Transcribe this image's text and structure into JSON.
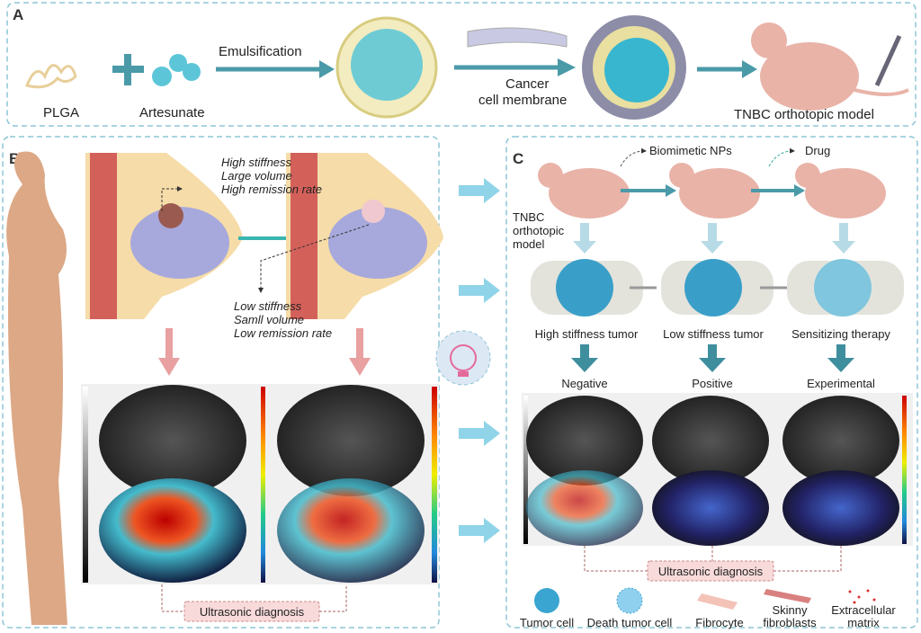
{
  "panel_a": {
    "label": "A",
    "plga": "PLGA",
    "artesunate": "Artesunate",
    "emulsification": "Emulsification",
    "cancer_line1": "Cancer",
    "cancer_line2": "cell membrane",
    "model": "TNBC orthotopic model"
  },
  "panel_b": {
    "label": "B",
    "high": [
      "High stiffness",
      "Large volume",
      "High remission rate"
    ],
    "low": [
      "Low stiffness",
      "Samll volume",
      "Low remission rate"
    ],
    "diagnosis": "Ultrasonic diagnosis"
  },
  "panel_c": {
    "label": "C",
    "biomimetic": "Biomimetic NPs",
    "drug": "Drug",
    "model": [
      "TNBC",
      "orthotopic",
      "model"
    ],
    "tumors": [
      "High stiffness tumor",
      "Low stiffness tumor",
      "Sensitizing therapy"
    ],
    "groups": [
      "Negative",
      "Positive",
      "Experimental"
    ],
    "diagnosis": "Ultrasonic diagnosis",
    "legend": [
      {
        "line1": "",
        "line2": "Tumor cell"
      },
      {
        "line1": "",
        "line2": "Death tumor cell"
      },
      {
        "line1": "",
        "line2": "Fibrocyte"
      },
      {
        "line1": "Skinny",
        "line2": "fibroblasts"
      },
      {
        "line1": "Extracellular",
        "line2": "matrix"
      }
    ]
  },
  "colors": {
    "border": "#8ec5d6",
    "arrow": "#4a9aa8",
    "pink_arrow": "#e8a0a0",
    "mouse": "#e9b3a8",
    "cyan": "#3bb8d4"
  }
}
